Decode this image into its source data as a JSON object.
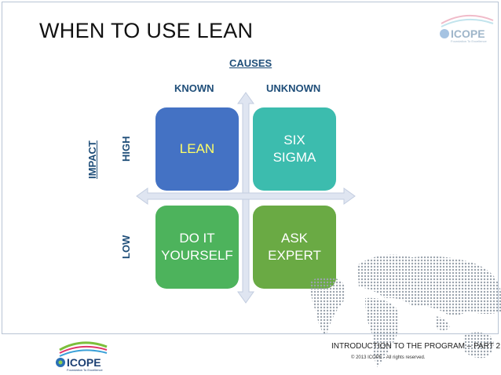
{
  "slide": {
    "title": "WHEN TO USE LEAN",
    "footer_title": "INTRODUCTION TO THE PROGRAM – PART 2",
    "copyright": "© 2013 ICOPE - All rights reserved."
  },
  "logo": {
    "name": "ICOPE",
    "tagline": "Foundation To Excellence"
  },
  "matrix": {
    "causes_label": "CAUSES",
    "known_label": "KNOWN",
    "unknown_label": "UNKNOWN",
    "impact_label": "IMPACT",
    "high_label": "HIGH",
    "low_label": "LOW",
    "quadrants": {
      "high_known": "LEAN",
      "high_unknown": "SIX\nSIGMA",
      "low_known": "DO IT\nYOURSELF",
      "low_unknown": "ASK\nEXPERT"
    }
  },
  "colors": {
    "lean": "#4472c4",
    "lean_text": "#ffff66",
    "six_sigma": "#3cbcae",
    "do_it_yourself": "#4db35c",
    "ask_expert": "#6aaa44",
    "label_text": "#1f4e79"
  }
}
